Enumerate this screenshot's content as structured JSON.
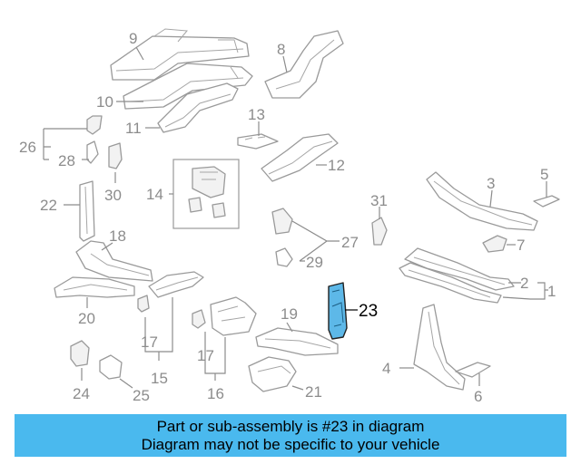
{
  "diagram": {
    "highlight_color": "#4ab9ee",
    "highlighted_part": "23",
    "callouts": {
      "c1": "1",
      "c2": "2",
      "c3": "3",
      "c4": "4",
      "c5": "5",
      "c6": "6",
      "c7": "7",
      "c8": "8",
      "c9": "9",
      "c10": "10",
      "c11": "11",
      "c12": "12",
      "c13": "13",
      "c14": "14",
      "c15": "15",
      "c16": "16",
      "c17a": "17",
      "c17b": "17",
      "c18": "18",
      "c19": "19",
      "c20": "20",
      "c21": "21",
      "c22": "22",
      "c23": "23",
      "c24": "24",
      "c25": "25",
      "c26": "26",
      "c27": "27",
      "c28": "28",
      "c29": "29",
      "c30": "30",
      "c31": "31"
    }
  },
  "banner": {
    "line1": "Part or sub-assembly is #23 in diagram",
    "line2": "Diagram may not be specific to your vehicle"
  }
}
